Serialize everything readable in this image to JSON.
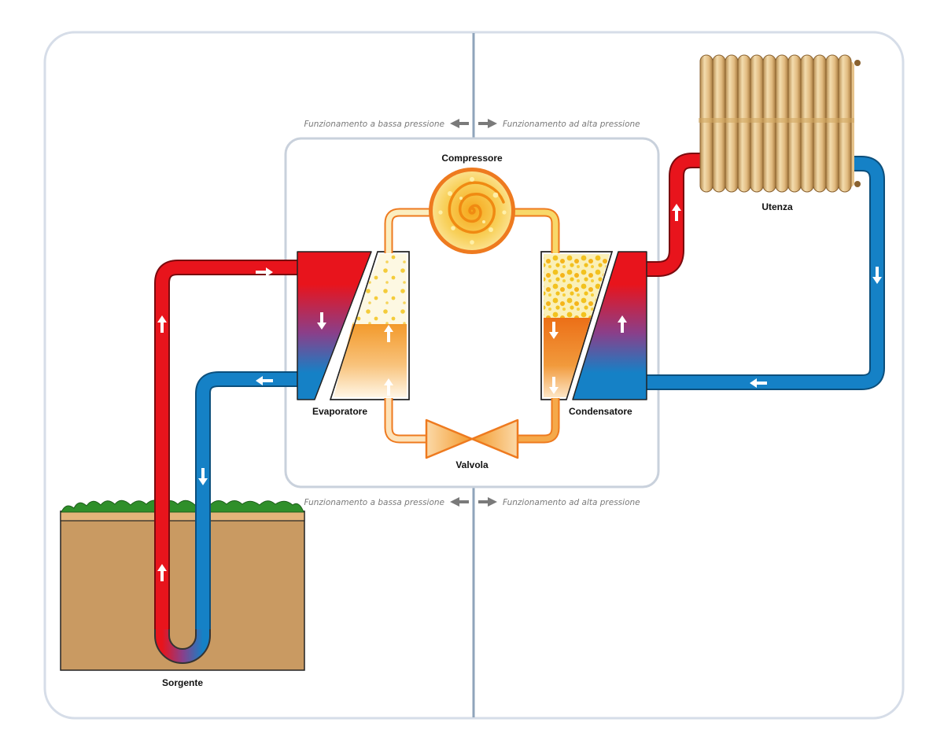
{
  "labels": {
    "compressor": "Compressore",
    "evaporator": "Evaporatore",
    "condenser": "Condensatore",
    "valve": "Valvola",
    "user": "Utenza",
    "source": "Sorgente"
  },
  "pressure_notes": {
    "low": "Funzionamento a bassa pressione",
    "high": "Funzionamento ad alta pressione"
  },
  "colors": {
    "hot": "#e8141c",
    "cold": "#1581c6",
    "refrigerant": "#f39a2c",
    "liquid": "#ee7a1f",
    "gas": "#f8e27a",
    "soil": "#c99a62",
    "grass": "#2f8f2a",
    "radiator": "#e7c48c"
  },
  "icons": [
    "radiator-icon",
    "compressor-spiral-icon",
    "expansion-valve-icon",
    "flow-arrow-icon",
    "double-arrow-icon"
  ]
}
